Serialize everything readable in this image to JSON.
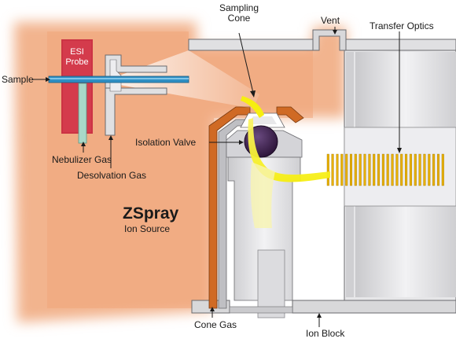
{
  "labels": {
    "sampling_cone_line1": "Sampling",
    "sampling_cone_line2": "Cone",
    "vent": "Vent",
    "transfer_optics": "Transfer Optics",
    "esi_probe_line1": "ESI",
    "esi_probe_line2": "Probe",
    "sample": "Sample",
    "isolation_valve": "Isolation Valve",
    "nebulizer_gas": "Nebulizer Gas",
    "desolvation_gas": "Desolvation Gas",
    "zspray": "ZSpray",
    "ion_source": "Ion Source",
    "cone_gas": "Cone Gas",
    "ion_block": "Ion Block"
  },
  "colors": {
    "source_region": "#f2b48e",
    "probe": "#cc3344",
    "housing": "#e4e4e6",
    "cone": "#d06a24",
    "valve": "#3a1d4a",
    "beam": "#f6ee10",
    "optics": "#e8b000",
    "capillary": "#2f8fc4"
  }
}
